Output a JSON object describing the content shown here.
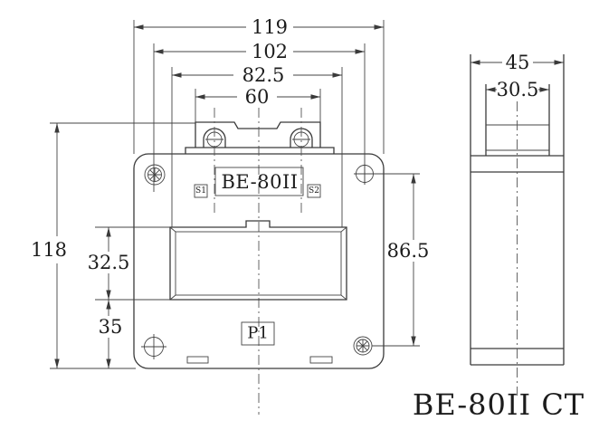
{
  "labels": {
    "model": "BE-80II",
    "terminal_s1": "S1",
    "terminal_s2": "S2",
    "polarity_p1": "P1",
    "title": "BE-80II CT"
  },
  "dimensions": {
    "front": {
      "overall_width": "119",
      "hole_spacing_horizontal": "102",
      "window_width": "82.5",
      "terminal_block_width": "60",
      "overall_height": "118",
      "window_height": "32.5",
      "window_to_bottom": "35",
      "hole_spacing_vertical": "86.5"
    },
    "side": {
      "overall_depth": "45",
      "terminal_block_depth": "30.5"
    }
  },
  "colors": {
    "line": "#3a3a3a",
    "background": "#ffffff",
    "text": "#1c1c1c"
  }
}
